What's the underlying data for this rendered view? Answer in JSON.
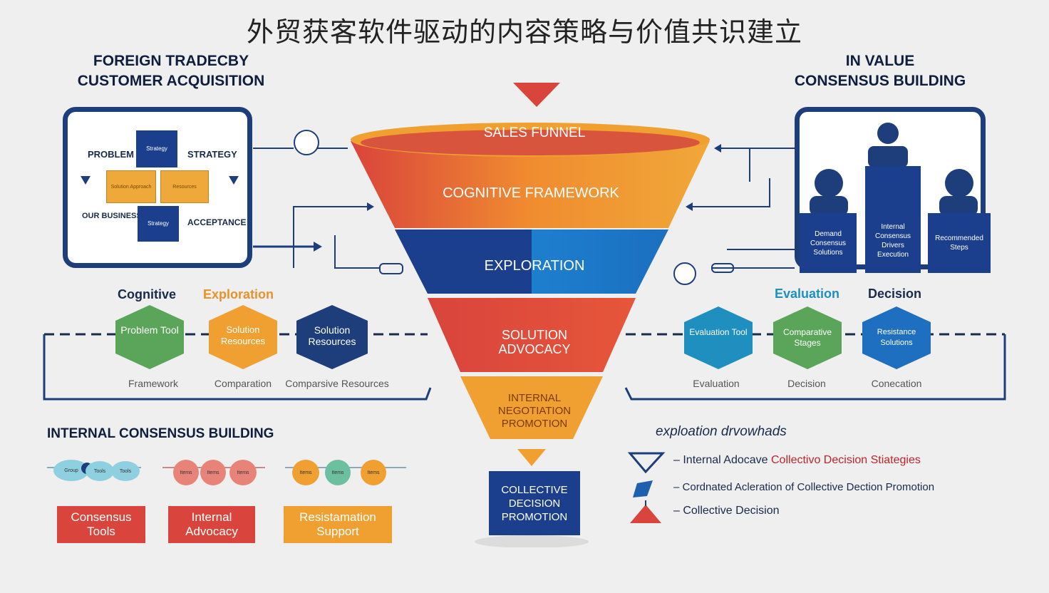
{
  "title": "外贸获客软件驱动的内容策略与价值共识建立",
  "left_header": [
    "FOREIGN TRADECBY",
    "CUSTOMER ACQUISITION"
  ],
  "right_header": [
    "IN VALUE",
    "CONSENSUS BUILDING"
  ],
  "left_panel": {
    "labels": [
      "PROBLEM",
      "STRATEGY",
      "OUR BUSINESS",
      "ACCEPTANCE"
    ],
    "boxes": [
      "Strategy",
      "Solution Approach",
      "Resources",
      "Strategy"
    ]
  },
  "right_panel": {
    "boxes": [
      "Demand Consensus Solutions",
      "Internal Consensus Drivers Execution",
      "Recommended Steps"
    ]
  },
  "funnel": {
    "layers": [
      "SALES FUNNEL",
      "COGNITIVE FRAMEWORK",
      "EXPLORATION",
      "SOLUTION ADVOCACY",
      "INTERNAL NEGOTIATION PROMOTION"
    ],
    "bottom": "COLLECTIVE DECISION PROMOTION"
  },
  "left_stages": {
    "titles": [
      "Cognitive",
      "Exploration"
    ],
    "hexes": [
      "Problem Tool",
      "Solution Resources",
      "Solution Resources"
    ],
    "captions": [
      "Framework",
      "Comparation",
      "Comparsive Resources"
    ]
  },
  "right_stages": {
    "titles": [
      "Evaluation",
      "Decision"
    ],
    "hexes": [
      "Evaluation Tool",
      "Comparative Stages",
      "Resistance Solutions"
    ],
    "captions": [
      "Evaluation",
      "Decision",
      "Conecation"
    ]
  },
  "internal": {
    "title": "INTERNAL CONSENSUS BUILDING",
    "cards": [
      "Consensus Tools",
      "Internal Advocacy",
      "Resistamation Support"
    ],
    "beads": [
      "Group",
      "Tools",
      "Tools",
      "Items",
      "Items",
      "Items",
      "Items",
      "Items",
      "Items"
    ]
  },
  "legend": {
    "title": "exploation drvowhads",
    "items": [
      {
        "prefix": "Internal Adocave",
        "highlight": "Collectivo Decision Stiategies"
      },
      {
        "prefix": "Cordnated Acleration of Collective Dection Promotion",
        "highlight": ""
      },
      {
        "prefix": "Collective Decision",
        "highlight": ""
      }
    ]
  },
  "colors": {
    "navy": "#1e3d7b",
    "orange": "#f0a030",
    "red": "#d9443c",
    "blue": "#1e5fae",
    "green": "#5aa55a",
    "teal": "#1e8fbf"
  }
}
